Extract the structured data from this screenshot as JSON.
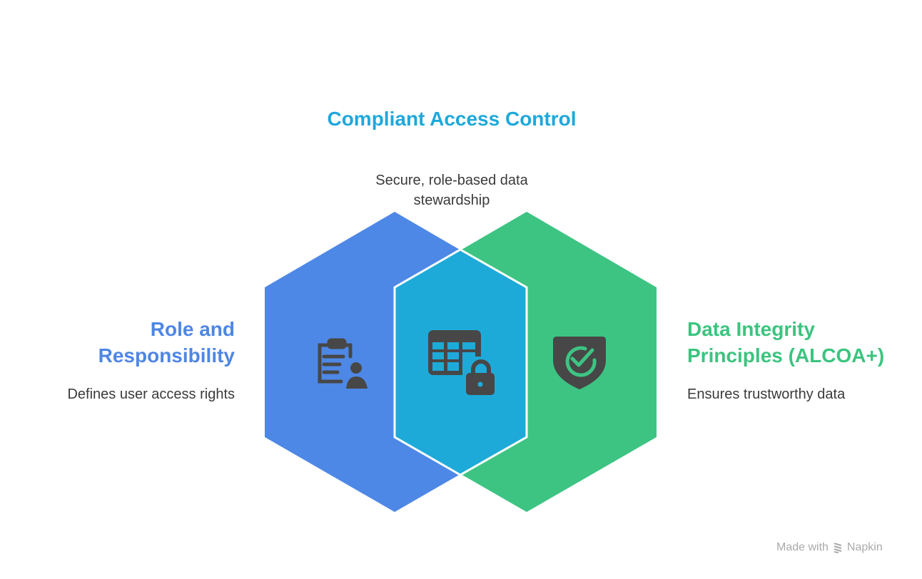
{
  "center": {
    "title": "Compliant Access Control",
    "description": "Secure, role-based data stewardship",
    "icon": "table-lock-icon"
  },
  "left": {
    "title": "Role and Responsibility",
    "description": "Defines user access rights",
    "icon": "clipboard-user-icon"
  },
  "right": {
    "title": "Data Integrity Principles (ALCOA+)",
    "description": "Ensures trustworthy data",
    "icon": "shield-check-icon"
  },
  "footer": {
    "made_with": "Made with",
    "brand": "Napkin"
  },
  "colors": {
    "blue": "#4E88E6",
    "cyan": "#1EAAD9",
    "green": "#3DC483",
    "icon": "#474747"
  }
}
